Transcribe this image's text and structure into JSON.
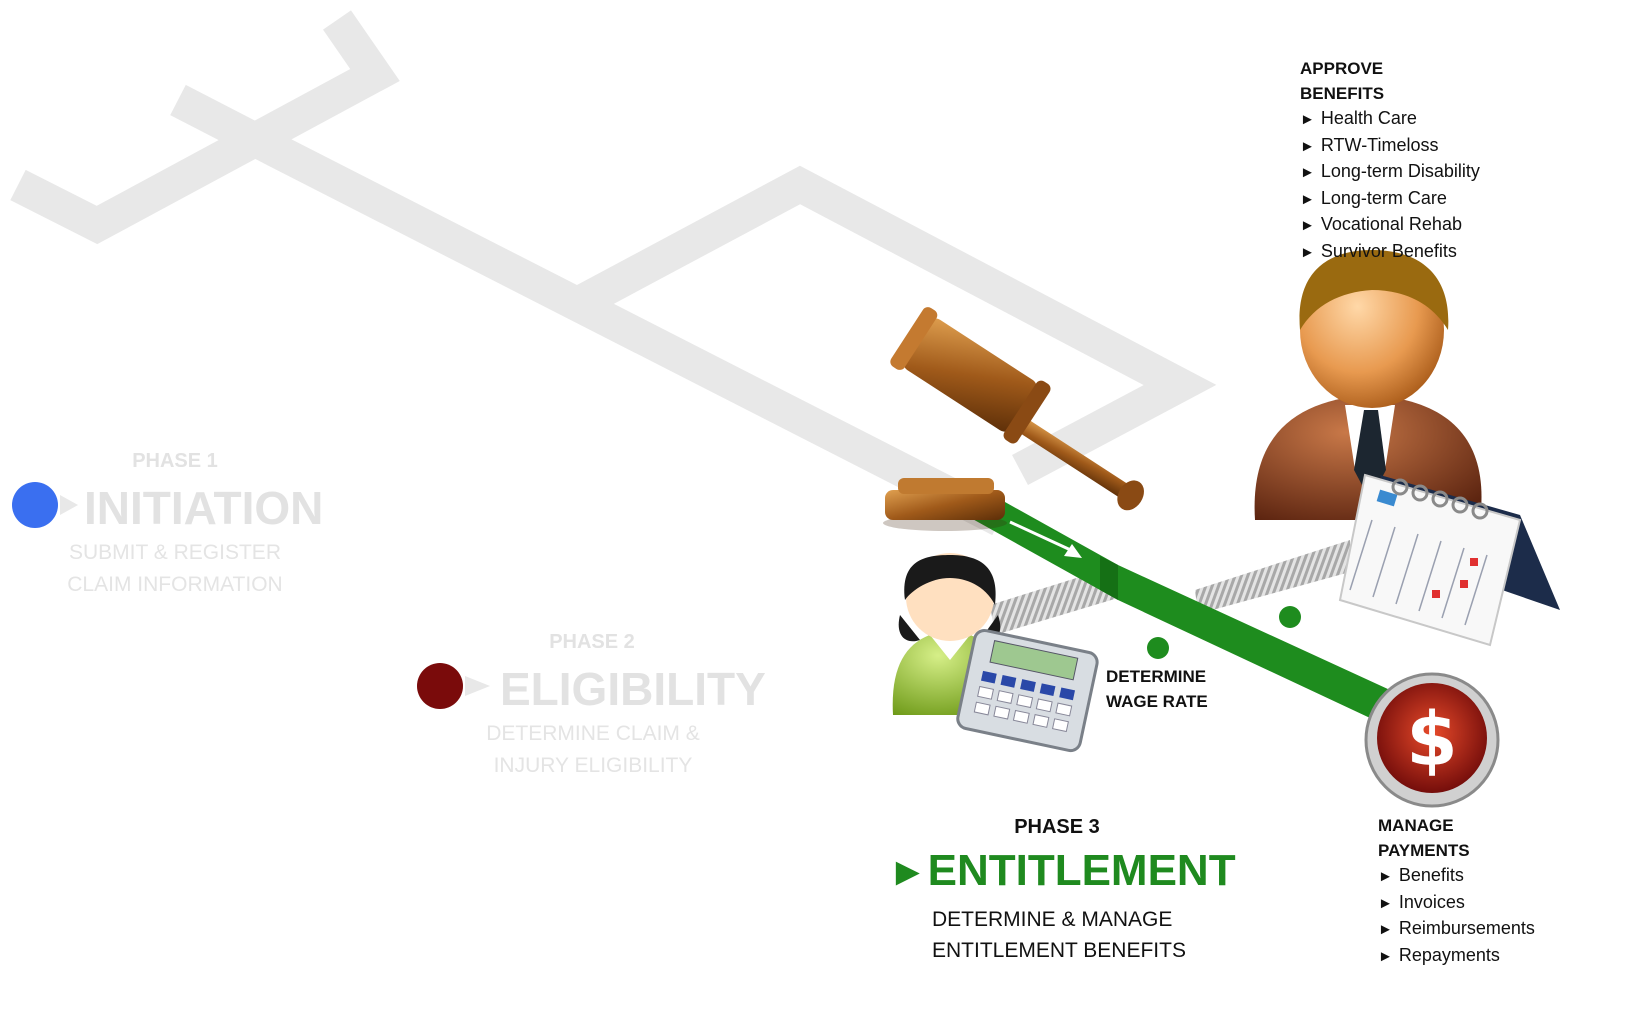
{
  "phase1": {
    "label": "PHASE 1",
    "title": "INITIATION",
    "subtitle_line1": "SUBMIT & REGISTER",
    "subtitle_line2": "CLAIM INFORMATION",
    "dot_color": "#3a6ff0"
  },
  "phase2": {
    "label": "PHASE 2",
    "title": "ELIGIBILITY",
    "subtitle_line1": "DETERMINE CLAIM &",
    "subtitle_line2": "INJURY ELIGIBILITY",
    "dot_color": "#7a0b0b"
  },
  "phase3": {
    "label": "PHASE 3",
    "arrow": "►",
    "title": "ENTITLEMENT",
    "subtitle_line1": "DETERMINE & MANAGE",
    "subtitle_line2": "ENTITLEMENT BENEFITS",
    "accent_color": "#1f8a1f"
  },
  "approve_benefits": {
    "title_line1": "APPROVE",
    "title_line2": "BENEFITS",
    "items": [
      "Health Care",
      "RTW-Timeloss",
      "Long-term Disability",
      "Long-term Care",
      "Vocational Rehab",
      "Survivor Benefits"
    ]
  },
  "wage_rate": {
    "line1": "DETERMINE",
    "line2": "WAGE RATE"
  },
  "manage_payments": {
    "title_line1": "MANAGE",
    "title_line2": "PAYMENTS",
    "items": [
      "Benefits",
      "Invoices",
      "Reimbursements",
      "Repayments"
    ]
  },
  "bullet_glyph": "►",
  "icons": [
    "gavel-icon",
    "manager-person-icon",
    "calendar-icon",
    "clerk-person-icon",
    "calculator-icon",
    "dollar-coin-icon"
  ]
}
